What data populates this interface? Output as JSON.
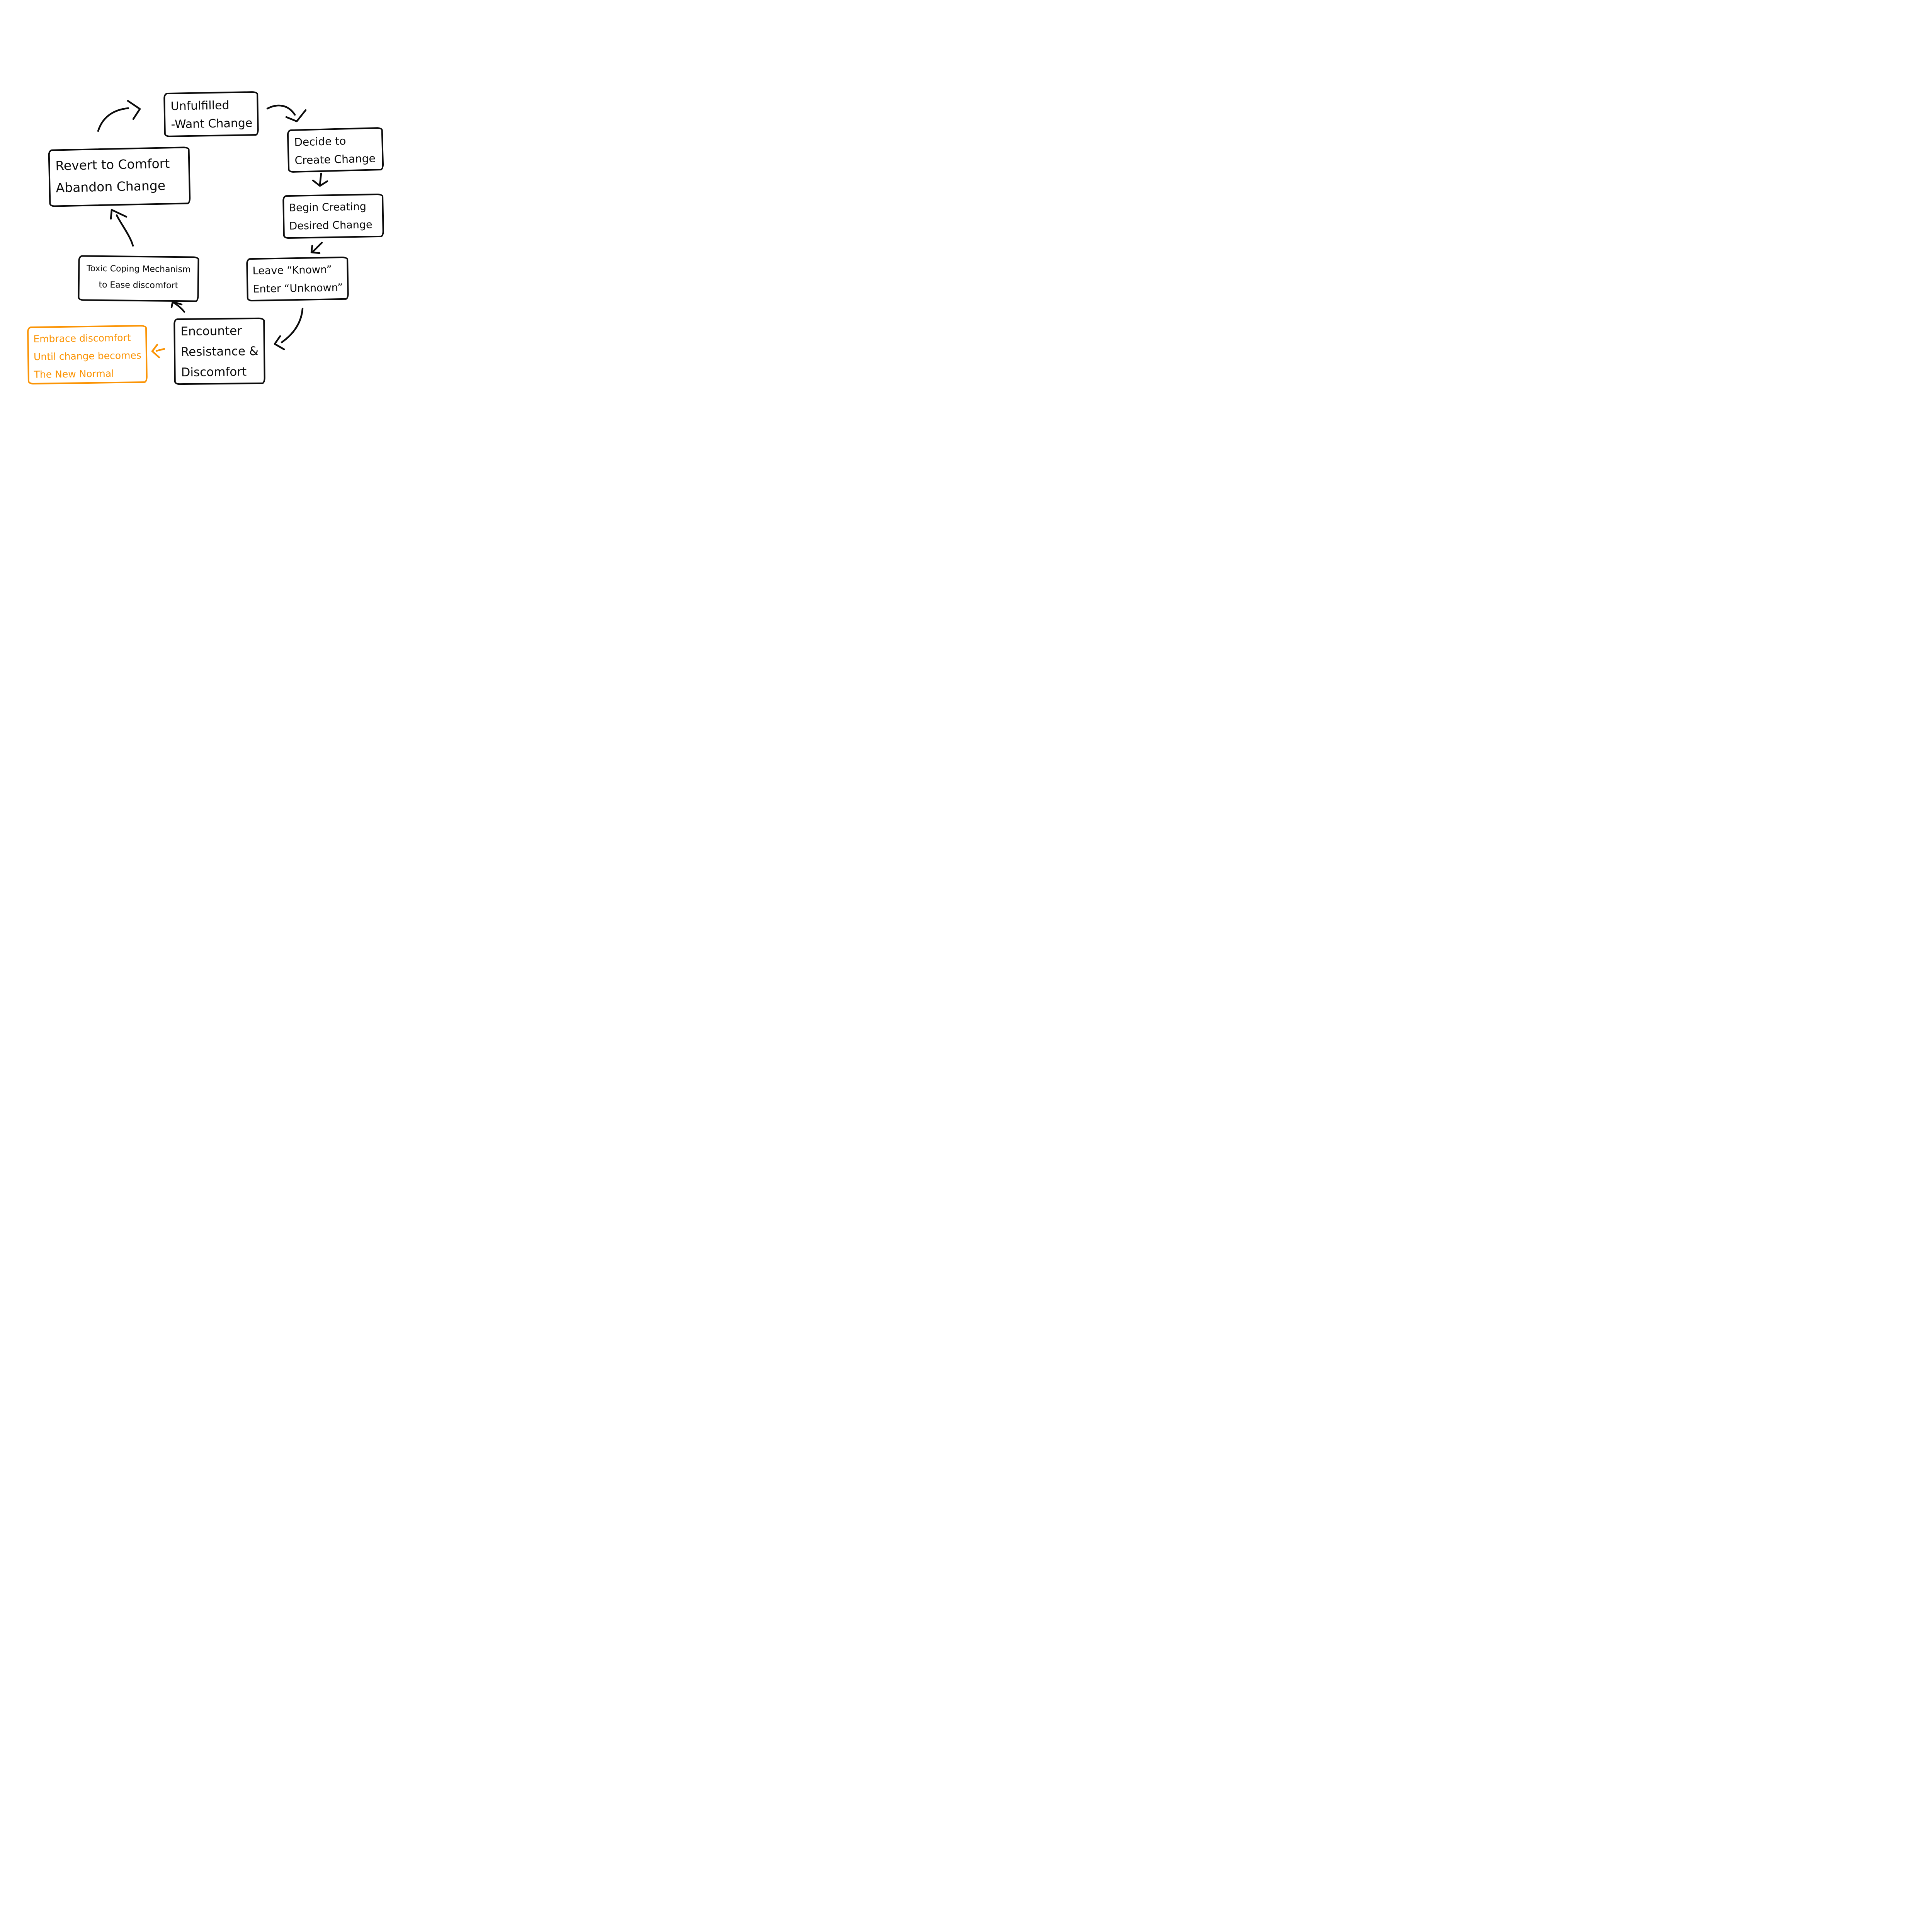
{
  "diagram": {
    "type": "flowchart",
    "background_color": "#ffffff",
    "ink_color": "#0b0b0b",
    "accent_color": "#fb9405",
    "nodes": [
      {
        "id": "unfulfilled",
        "lines": [
          "Unfulfilled",
          "-Want Change"
        ],
        "color": "ink"
      },
      {
        "id": "decide",
        "lines": [
          "Decide to",
          "Create Change"
        ],
        "color": "ink"
      },
      {
        "id": "begin",
        "lines": [
          "Begin Creating",
          "Desired Change"
        ],
        "color": "ink"
      },
      {
        "id": "leave",
        "lines": [
          "Leave “Known”",
          "Enter “Unknown”"
        ],
        "color": "ink"
      },
      {
        "id": "encounter",
        "lines": [
          "Encounter",
          "Resistance &",
          "Discomfort"
        ],
        "color": "ink"
      },
      {
        "id": "toxic",
        "lines": [
          "Toxic Coping Mechanism",
          "to Ease discomfort"
        ],
        "color": "ink"
      },
      {
        "id": "revert",
        "lines": [
          "Revert to Comfort",
          "Abandon Change"
        ],
        "color": "ink"
      },
      {
        "id": "embrace",
        "lines": [
          "Embrace discomfort",
          "Until change becomes",
          "The New Normal"
        ],
        "color": "accent"
      }
    ],
    "edges": [
      {
        "from": "revert",
        "to": "unfulfilled",
        "color": "ink"
      },
      {
        "from": "unfulfilled",
        "to": "decide",
        "color": "ink"
      },
      {
        "from": "decide",
        "to": "begin",
        "color": "ink"
      },
      {
        "from": "begin",
        "to": "leave",
        "color": "ink"
      },
      {
        "from": "leave",
        "to": "encounter",
        "color": "ink"
      },
      {
        "from": "encounter",
        "to": "toxic",
        "color": "ink"
      },
      {
        "from": "toxic",
        "to": "revert",
        "color": "ink"
      },
      {
        "from": "encounter",
        "to": "embrace",
        "color": "accent"
      }
    ]
  }
}
